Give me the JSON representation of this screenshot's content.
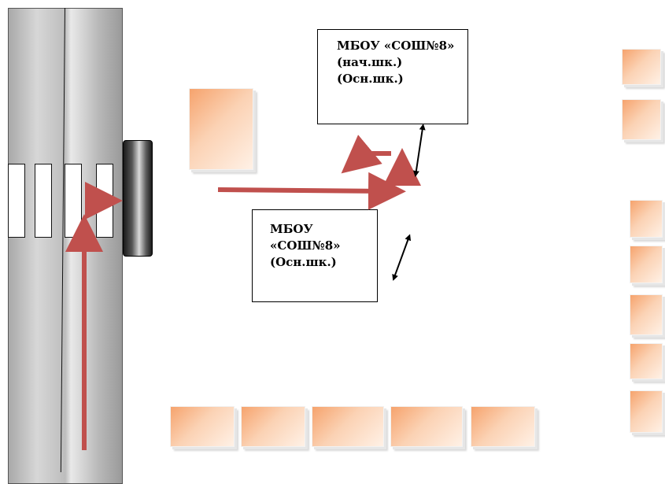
{
  "boxes": {
    "primary": {
      "line1": "МБОУ «СОШ№8»",
      "line2": "(нач.шк.)",
      "line3": "(Осн.шк.)"
    },
    "secondary": {
      "line1": "МБОУ",
      "line2": "«СОШ№8»",
      "line3": "(Осн.шк.)"
    }
  },
  "colors": {
    "route_arrow": "#c0504d",
    "connector": "#000000",
    "building_fill": "#f8b88b"
  }
}
